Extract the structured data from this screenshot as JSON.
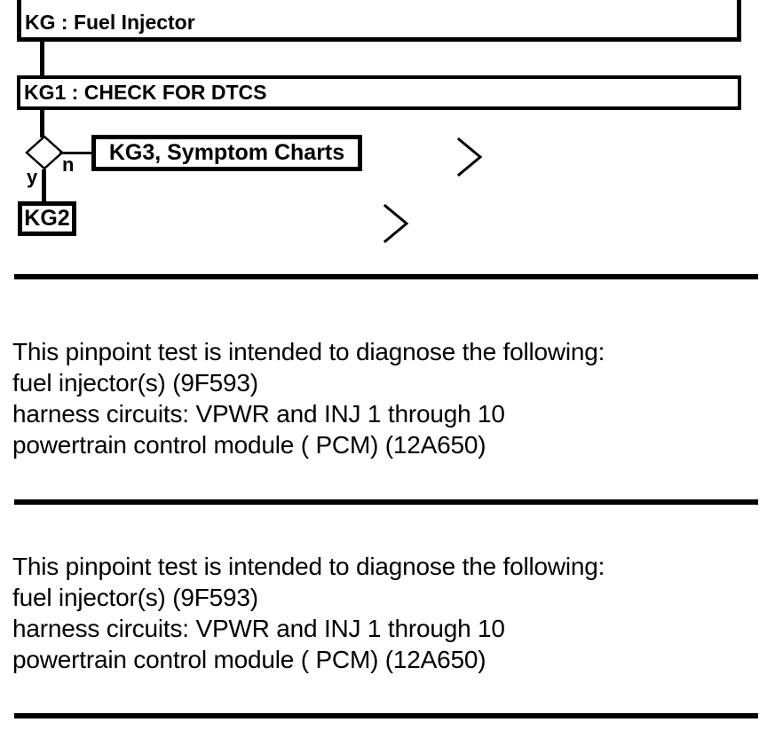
{
  "flowchart": {
    "root_box": {
      "label": "KG : Fuel Injector"
    },
    "step1_box": {
      "label": "KG1 : CHECK FOR DTCS"
    },
    "decision": {
      "yes_label": "y",
      "no_label": "n"
    },
    "no_branch_box": {
      "label": "KG3, Symptom Charts"
    },
    "yes_branch_box": {
      "label": "KG2"
    }
  },
  "icons": {
    "continuation_arrow": "chevron-right"
  },
  "colors": {
    "ink": "#000000",
    "background": "#ffffff"
  },
  "sections": [
    {
      "lines": [
        "This pinpoint test is intended to diagnose the following:",
        "fuel injector(s) (9F593)",
        "harness circuits: VPWR and INJ 1 through 10",
        "powertrain control module ( PCM) (12A650)"
      ]
    },
    {
      "lines": [
        "This pinpoint test is intended to diagnose the following:",
        "fuel injector(s) (9F593)",
        "harness circuits: VPWR and INJ 1 through 10",
        "powertrain control module ( PCM) (12A650)"
      ]
    }
  ]
}
